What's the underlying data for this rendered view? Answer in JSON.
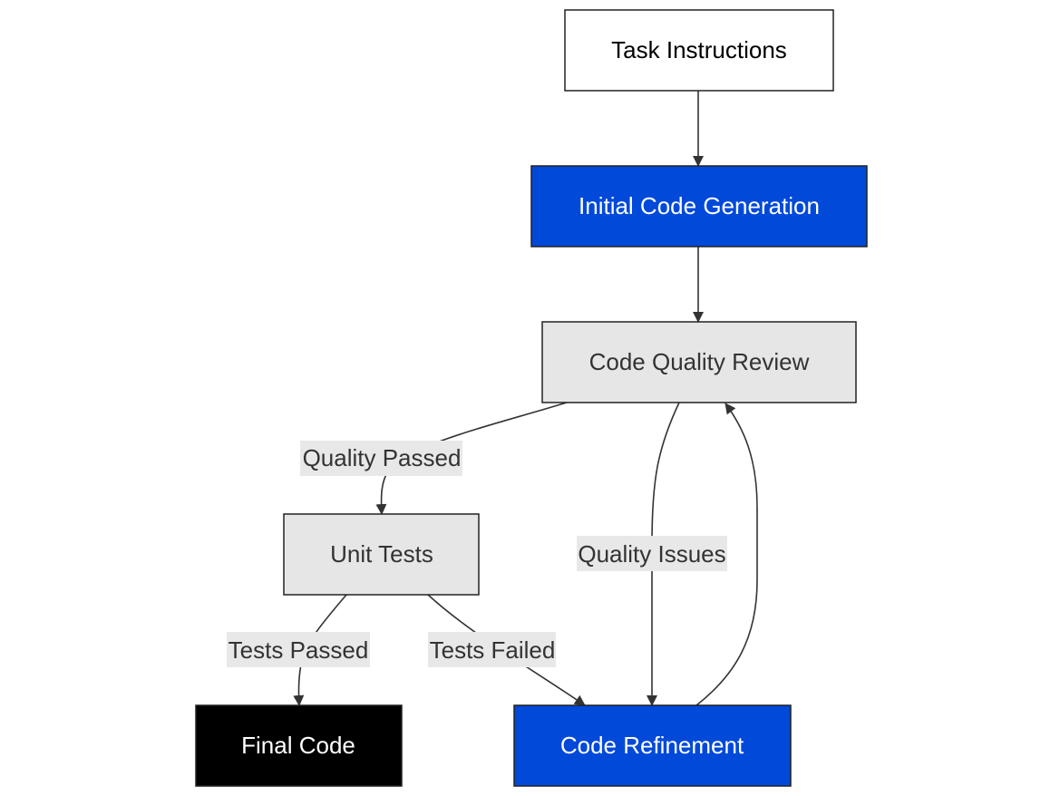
{
  "nodes": {
    "task_instructions": {
      "label": "Task Instructions",
      "fill": "#ffffff",
      "text_color": "#000000"
    },
    "initial_code_generation": {
      "label": "Initial Code Generation",
      "fill": "#0049d9",
      "text_color": "#ffffff"
    },
    "code_quality_review": {
      "label": "Code Quality Review",
      "fill": "#e6e6e6",
      "text_color": "#333333"
    },
    "unit_tests": {
      "label": "Unit Tests",
      "fill": "#e6e6e6",
      "text_color": "#333333"
    },
    "final_code": {
      "label": "Final Code",
      "fill": "#000000",
      "text_color": "#ffffff"
    },
    "code_refinement": {
      "label": "Code Refinement",
      "fill": "#0049d9",
      "text_color": "#ffffff"
    }
  },
  "edges": [
    {
      "from": "task_instructions",
      "to": "initial_code_generation",
      "label": ""
    },
    {
      "from": "initial_code_generation",
      "to": "code_quality_review",
      "label": ""
    },
    {
      "from": "code_quality_review",
      "to": "unit_tests",
      "label": "Quality Passed"
    },
    {
      "from": "code_quality_review",
      "to": "code_refinement",
      "label": "Quality Issues"
    },
    {
      "from": "unit_tests",
      "to": "final_code",
      "label": "Tests Passed"
    },
    {
      "from": "unit_tests",
      "to": "code_refinement",
      "label": "Tests Failed"
    },
    {
      "from": "code_refinement",
      "to": "code_quality_review",
      "label": ""
    }
  ],
  "colors": {
    "edge": "#333333",
    "node_border": "#222222",
    "edge_label_bg": "#e8e8e8"
  }
}
